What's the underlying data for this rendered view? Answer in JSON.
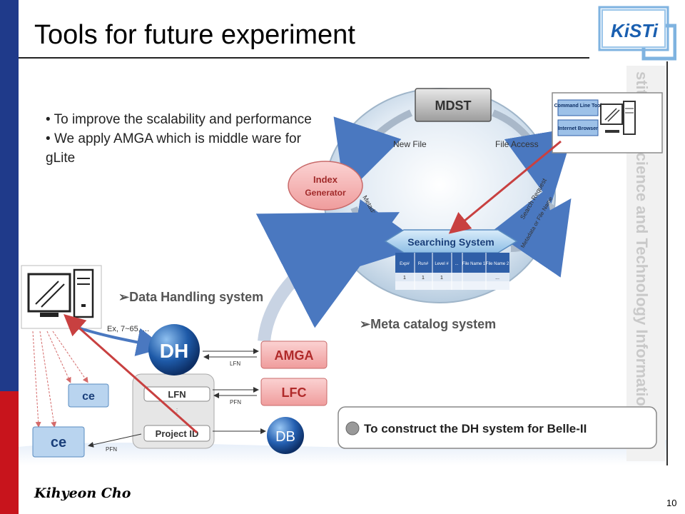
{
  "slide": {
    "title": "Tools for future experiment",
    "author": "Kihyeon Cho",
    "page_number": "10",
    "logo_text": "KiSTi"
  },
  "bullets": [
    "To improve the scalability and performance",
    "We apply AMGA which is middle ware for gLite"
  ],
  "diagram": {
    "mdst": "MDST",
    "new_file": "New File",
    "file_access": "File Access",
    "index_generator_l1": "Index",
    "index_generator_l2": "Generator",
    "metadata": "Metadata",
    "search_request": "Search Request",
    "metadata_or_filename": "Metadata or File Name",
    "searching_system": "Searching System",
    "table_headers": [
      "Exp#",
      "Run#",
      "Level #",
      "...",
      "File Name 1",
      "File Name 2"
    ],
    "table_row": [
      "1",
      "1",
      "1",
      "",
      "",
      "..."
    ],
    "command_line_tool": "Command Line Tool",
    "internet_browser": "Internet Browser",
    "data_handling": "➢Data Handling system",
    "meta_catalog": "➢Meta catalog system",
    "ex_label": "Ex, 7~65, ...",
    "dh": "DH",
    "lfn_link": "LFN",
    "pfn_link1": "PFN",
    "pfn_link2": "PFN",
    "amga": "AMGA",
    "lfc": "LFC",
    "lfn_box": "LFN",
    "project_id": "Project ID",
    "db": "DB",
    "ce_top": "ce",
    "ce_bottom": "ce",
    "callout": "To construct the DH system for Belle-II",
    "watermark": "stitute of Science and Technology Information"
  },
  "colors": {
    "title_bar_blue": "#1f3a8a",
    "title_bar_red": "#c8141c",
    "amga_pink": "#f4b2b2",
    "dh_blue": "#1e5aa8",
    "arrow_red": "#c84040"
  }
}
